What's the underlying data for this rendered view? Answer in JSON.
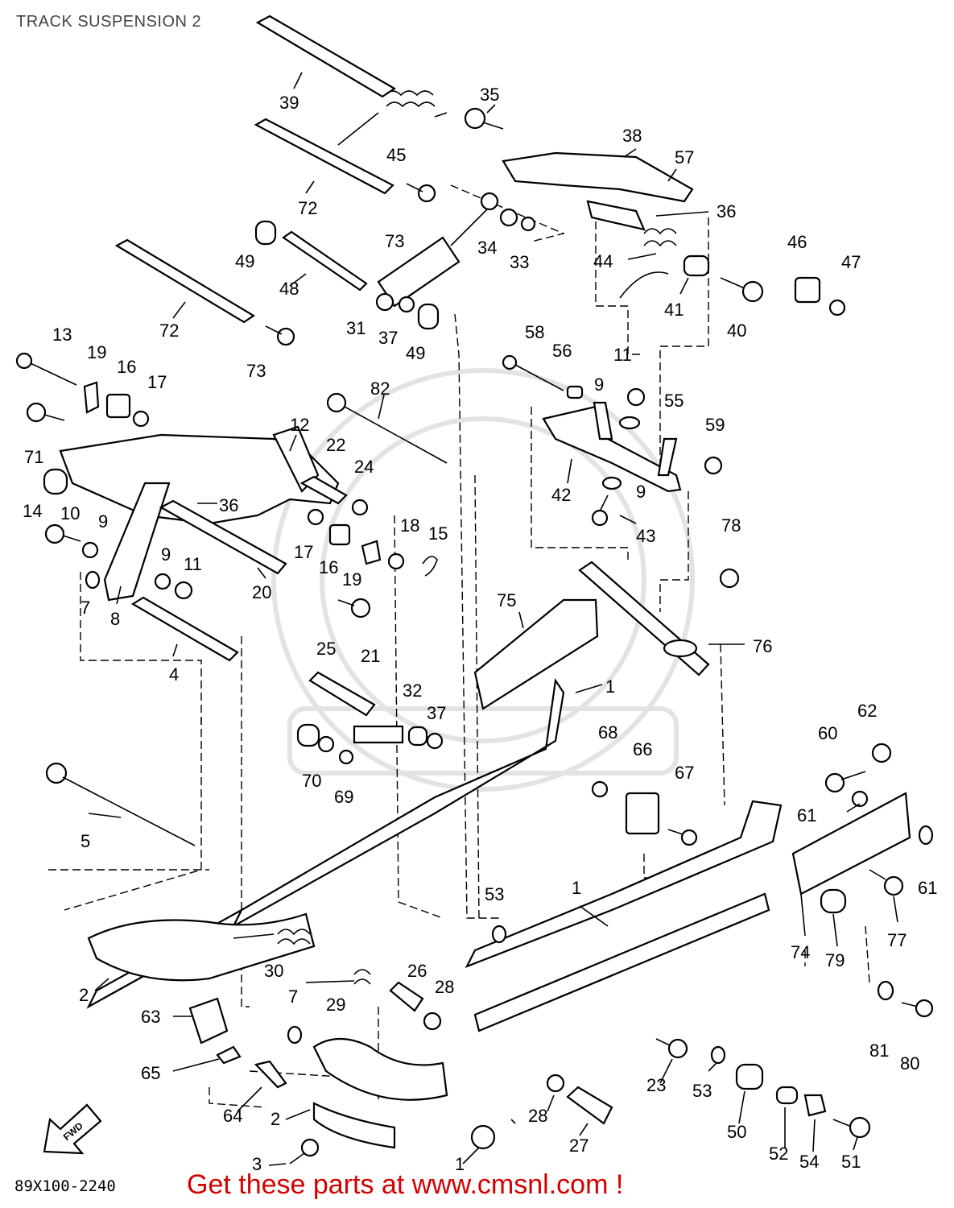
{
  "header": {
    "title": "TRACK SUSPENSION 2"
  },
  "footer": {
    "drawing_code": "89X100-2240",
    "advert": "Get these parts at www.cmsnl.com !"
  },
  "labels": {
    "p1": "1",
    "p1b": "1",
    "p1c": "1",
    "p2": "2",
    "p2b": "2",
    "p3": "3",
    "p4": "4",
    "p5": "5",
    "p7": "7",
    "p7b": "7",
    "p8": "8",
    "p9": "9",
    "p9b": "9",
    "p9c": "9",
    "p9d": "9",
    "p10": "10",
    "p11": "11",
    "p11b": "11",
    "p12": "12",
    "p13": "13",
    "p14": "14",
    "p15": "15",
    "p16": "16",
    "p16b": "16",
    "p17": "17",
    "p17b": "17",
    "p18": "18",
    "p19": "19",
    "p19b": "19",
    "p20": "20",
    "p21": "21",
    "p22": "22",
    "p23": "23",
    "p24": "24",
    "p25": "25",
    "p26": "26",
    "p27": "27",
    "p28": "28",
    "p28b": "28",
    "p29": "29",
    "p30": "30",
    "p31": "31",
    "p32": "32",
    "p33": "33",
    "p34": "34",
    "p35": "35",
    "p36": "36",
    "p36b": "36",
    "p37": "37",
    "p37b": "37",
    "p38": "38",
    "p39": "39",
    "p40": "40",
    "p41": "41",
    "p42": "42",
    "p43": "43",
    "p44": "44",
    "p45": "45",
    "p46": "46",
    "p47": "47",
    "p48": "48",
    "p49": "49",
    "p49b": "49",
    "p50": "50",
    "p51": "51",
    "p52": "52",
    "p53": "53",
    "p53b": "53",
    "p54": "54",
    "p55": "55",
    "p56": "56",
    "p57": "57",
    "p58": "58",
    "p59": "59",
    "p60": "60",
    "p61": "61",
    "p61b": "61",
    "p62": "62",
    "p63": "63",
    "p64": "64",
    "p65": "65",
    "p66": "66",
    "p67": "67",
    "p68": "68",
    "p69": "69",
    "p70": "70",
    "p71": "71",
    "p72": "72",
    "p72b": "72",
    "p73": "73",
    "p73b": "73",
    "p74": "74",
    "p75": "75",
    "p76": "76",
    "p77": "77",
    "p78": "78",
    "p79": "79",
    "p80": "80",
    "p81": "81",
    "p82": "82"
  },
  "icons": {
    "direction_arrow": "front-direction-arrow-icon",
    "watermark": "cmsnl-watermark"
  }
}
